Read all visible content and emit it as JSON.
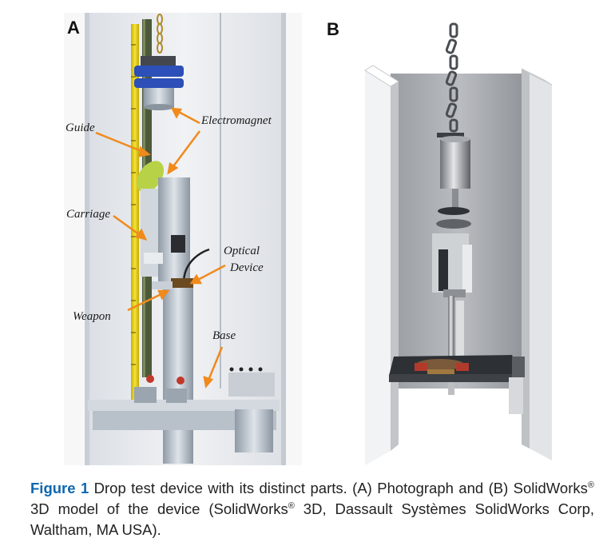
{
  "panels": {
    "a": {
      "letter": "A",
      "callouts": {
        "guide": "Guide",
        "electromagnet": "Electromagnet",
        "carriage": "Carriage",
        "optical_line1": "Optical",
        "optical_line2": "Device",
        "weapon": "Weapon",
        "base": "Base"
      }
    },
    "b": {
      "letter": "B"
    }
  },
  "caption": {
    "label": "Figure 1",
    "text_1": " Drop test device with its distinct parts. (A) Photograph and (B) SolidWorks",
    "reg_1": "®",
    "text_2": " 3D model of the device (SolidWorks",
    "reg_2": "®",
    "text_3": " 3D, Dassault Systèmes SolidWorks Corp, Waltham, MA USA)."
  },
  "colors": {
    "arrow": "#f08a1c",
    "caption_label": "#0e66b0"
  }
}
